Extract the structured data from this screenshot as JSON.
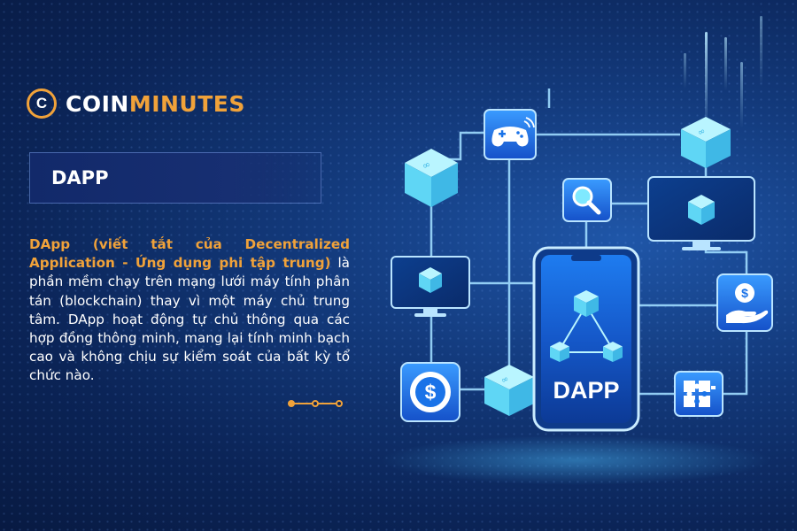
{
  "brand": {
    "mark": "C",
    "name_part1": "COIN",
    "name_part2": "MINUTES",
    "accent_color": "#f0a23a"
  },
  "title": "DAPP",
  "description": {
    "highlight": "DApp (viết tắt của Decentralized Application - Ứng dụng phi tập trung)",
    "body": " là phần mềm chạy trên mạng lưới máy tính phân tán (blockchain) thay vì một máy chủ trung tâm. DApp hoạt động tự chủ thông qua các hợp đồng thông minh, mang lại tính minh bạch cao và không chịu sự kiểm soát của bất kỳ tổ chức nào."
  },
  "illustration": {
    "phone_label": "DAPP",
    "icons": [
      "gamepad-icon",
      "search-icon",
      "dollar-coin-icon",
      "coin-hand-icon",
      "puzzle-icon",
      "cube-icon",
      "monitor-icon"
    ]
  },
  "colors": {
    "background": "#0b2457",
    "node_cyan": "#7fe9ff",
    "tile_blue": "#1a73e8"
  }
}
